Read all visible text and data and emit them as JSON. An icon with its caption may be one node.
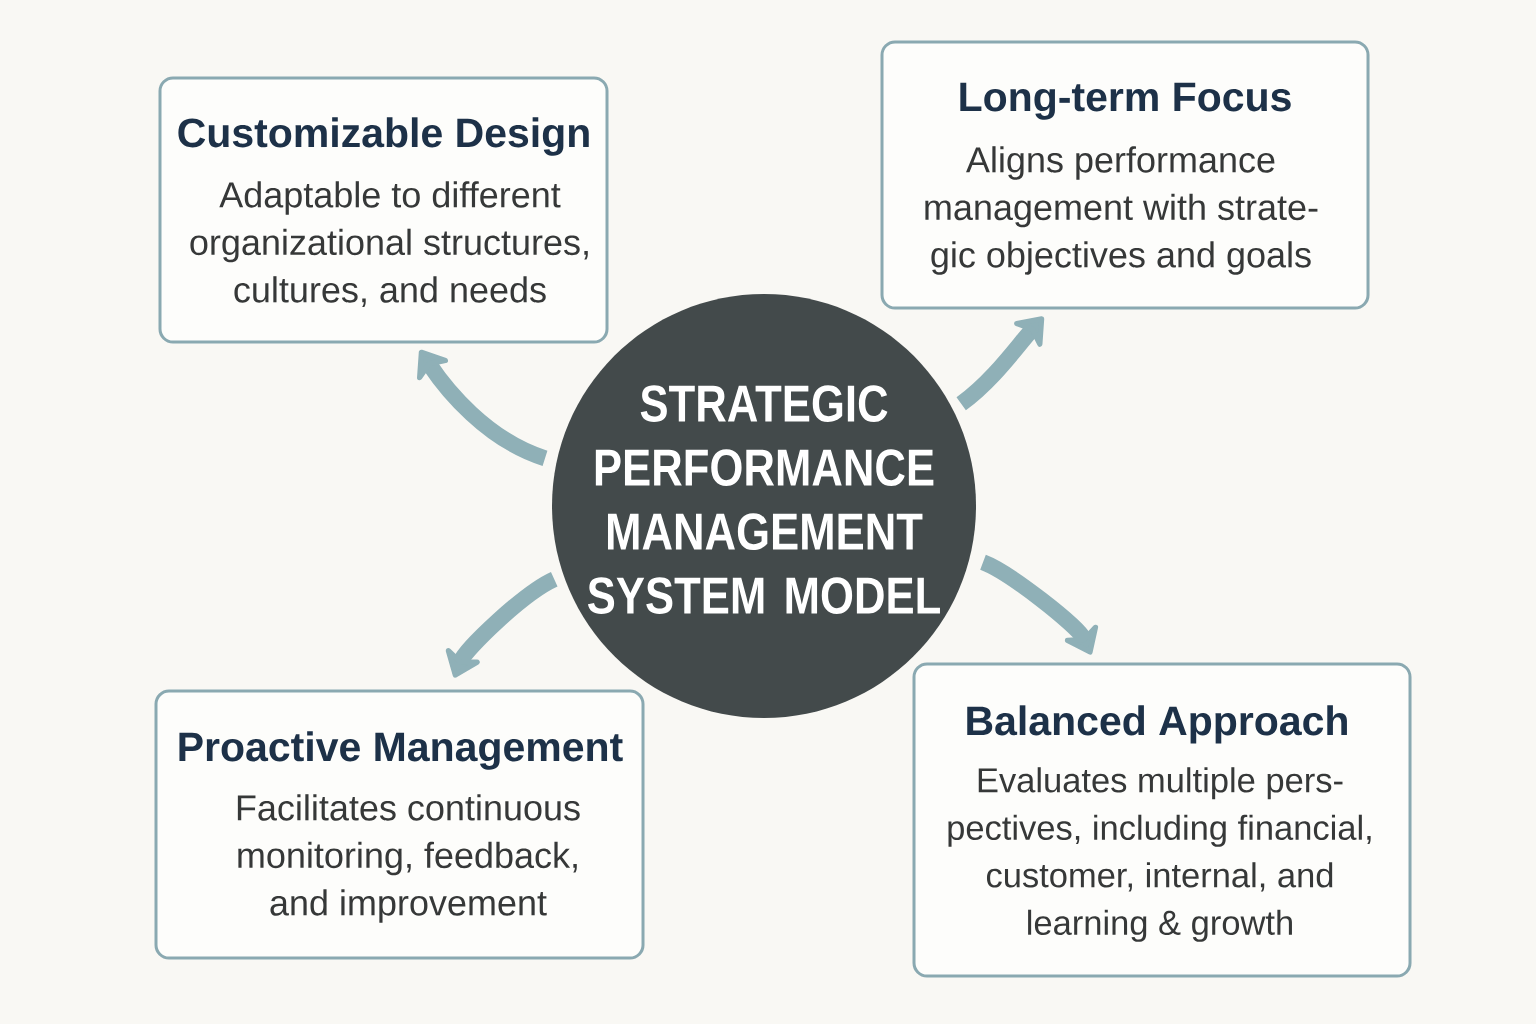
{
  "diagram": {
    "nodes": [
      {
        "text": [
          "STRATEGIC PERFORMANCE MANAGEMENT SYSTEM MODEL"
        ]
      },
      {
        "text": [
          "Customizable Design",
          "Adaptable to different organizational structures, cultures, and needs"
        ]
      },
      {
        "text": [
          "Long-term Focus",
          "Aligns performance management with strate- gic objectives and goals"
        ]
      },
      {
        "text": [
          "Proactive Management",
          "Facilitates continuous monitoring, feedback, and improvement"
        ]
      },
      {
        "text": [
          "Balanced Approach",
          "Evaluates multiple pers- pectives, including financial, customer, internal, and learning & growth"
        ]
      }
    ],
    "edges": [
      {
        "from": 0,
        "to": 1,
        "arrow": "to"
      },
      {
        "from": 0,
        "to": 2,
        "arrow": "to"
      },
      {
        "from": 0,
        "to": 3,
        "arrow": "to"
      },
      {
        "from": 0,
        "to": 4,
        "arrow": "to"
      }
    ]
  }
}
